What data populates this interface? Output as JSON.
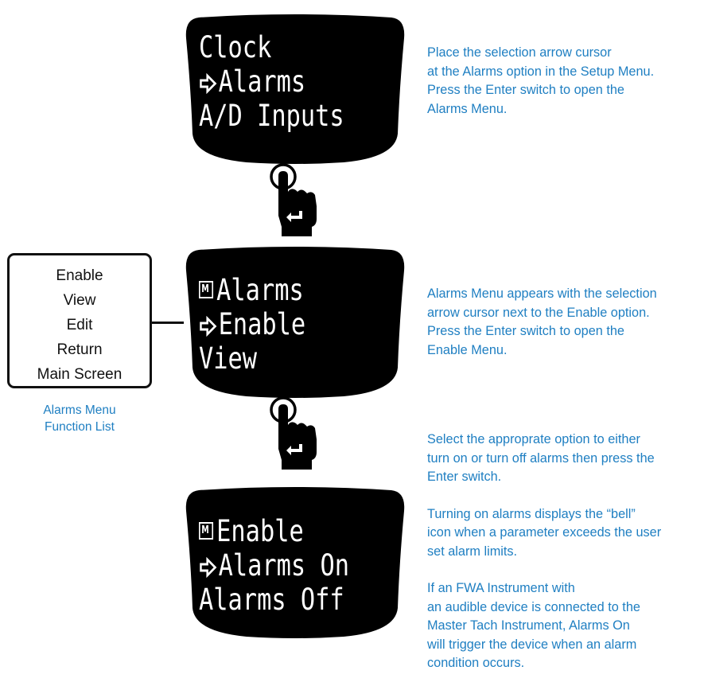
{
  "screens": [
    {
      "lines": [
        {
          "icon": "",
          "text": "Clock"
        },
        {
          "icon": "arrow",
          "text": "Alarms"
        },
        {
          "icon": "",
          "text": "A/D Inputs"
        }
      ]
    },
    {
      "lines": [
        {
          "icon": "menu",
          "text": "Alarms"
        },
        {
          "icon": "arrow",
          "text": "Enable"
        },
        {
          "icon": "",
          "text": "View"
        }
      ]
    },
    {
      "lines": [
        {
          "icon": "menu",
          "text": "Enable"
        },
        {
          "icon": "arrow",
          "text": "Alarms On"
        },
        {
          "icon": "",
          "text": "Alarms Off"
        }
      ]
    }
  ],
  "notes": [
    {
      "paragraphs": [
        [
          "Place the selection arrow cursor",
          "at the Alarms option in the Setup Menu.",
          "Press the Enter switch to open the",
          "Alarms Menu."
        ]
      ]
    },
    {
      "paragraphs": [
        [
          "Alarms Menu appears with the selection",
          "arrow cursor next to the Enable option.",
          "Press the Enter switch to open the",
          "Enable Menu."
        ]
      ]
    },
    {
      "paragraphs": [
        [
          "Select the approprate option to either",
          "turn on or turn off alarms then press the",
          "Enter switch."
        ],
        [
          "Turning on alarms displays the “bell”",
          "icon when a parameter exceeds the user",
          "set alarm limits."
        ],
        [
          "If an FWA Instrument with",
          "an audible device is connected to the",
          "Master Tach Instrument, Alarms On",
          "will trigger the device when an alarm",
          "condition occurs."
        ]
      ]
    }
  ],
  "function_list": {
    "items": [
      "Enable",
      "View",
      "Edit",
      "Return",
      "Main Screen"
    ],
    "caption": [
      "Alarms Menu",
      "Function List"
    ]
  },
  "icons": [
    "arrow-cursor-icon",
    "menu-icon",
    "enter-hand-icon"
  ],
  "colors": {
    "note_text": "#1f7fc2",
    "screen_bg": "#000000",
    "screen_text": "#ffffff"
  }
}
